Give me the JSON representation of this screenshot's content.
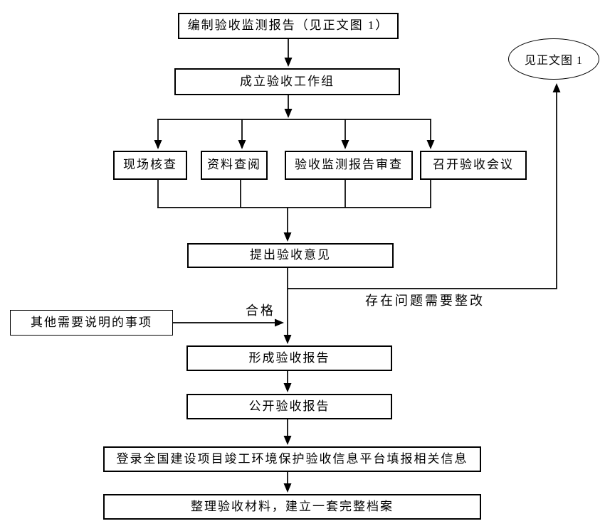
{
  "diagram_type": "flowchart",
  "colors": {
    "line": "#000000",
    "background": "#ffffff",
    "box_fill": "#ffffff"
  },
  "nodes": {
    "prepare_report": "编制验收监测报告（见正文图 1）",
    "see_figure": "见正文图 1",
    "form_workgroup": "成立验收工作组",
    "site_check": "现场核查",
    "document_review": "资料查阅",
    "monitor_report_review": "验收监测报告审查",
    "acceptance_meeting": "召开验收会议",
    "acceptance_opinion": "提出验收意见",
    "other_items": "其他需要说明的事项",
    "form_report": "形成验收报告",
    "publish_report": "公开验收报告",
    "platform_fill": "登录全国建设项目竣工环境保护验收信息平台填报相关信息",
    "archive": "整理验收材料，建立一套完整档案"
  },
  "edge_labels": {
    "qualified": "合格",
    "rectify": "存在问题需要整改"
  }
}
